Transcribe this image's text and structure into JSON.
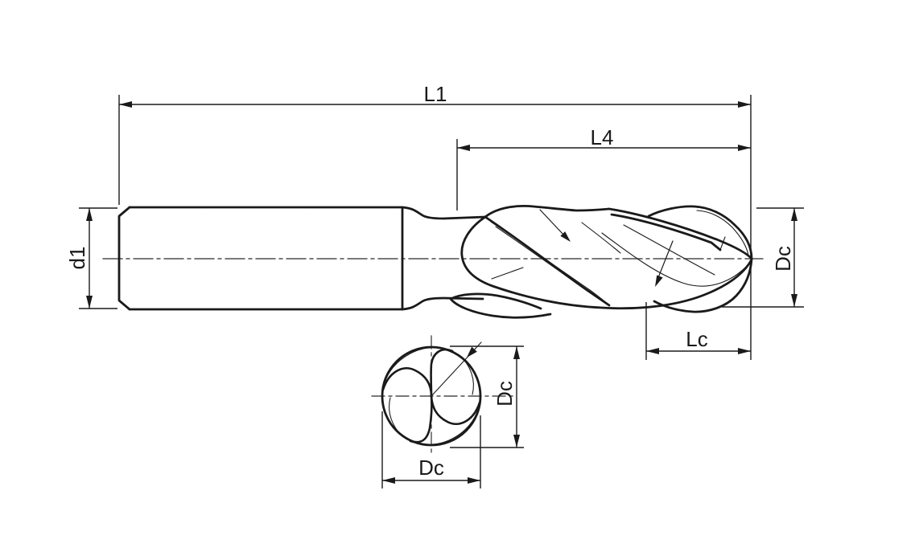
{
  "drawing": {
    "subject": "ball-nose-end-mill-technical-drawing",
    "background_color": "#ffffff",
    "line_color": "#1a1a1a",
    "centerline_color": "#4d4d4d",
    "labels": {
      "overall_length": "L1",
      "neck_flute_length": "L4",
      "shank_diameter": "d1",
      "cutting_diameter_side": "Dc",
      "cutting_edge_length": "Lc",
      "cutting_diameter_front_vertical": "Dc",
      "cutting_diameter_front_horizontal": "Dc"
    }
  }
}
